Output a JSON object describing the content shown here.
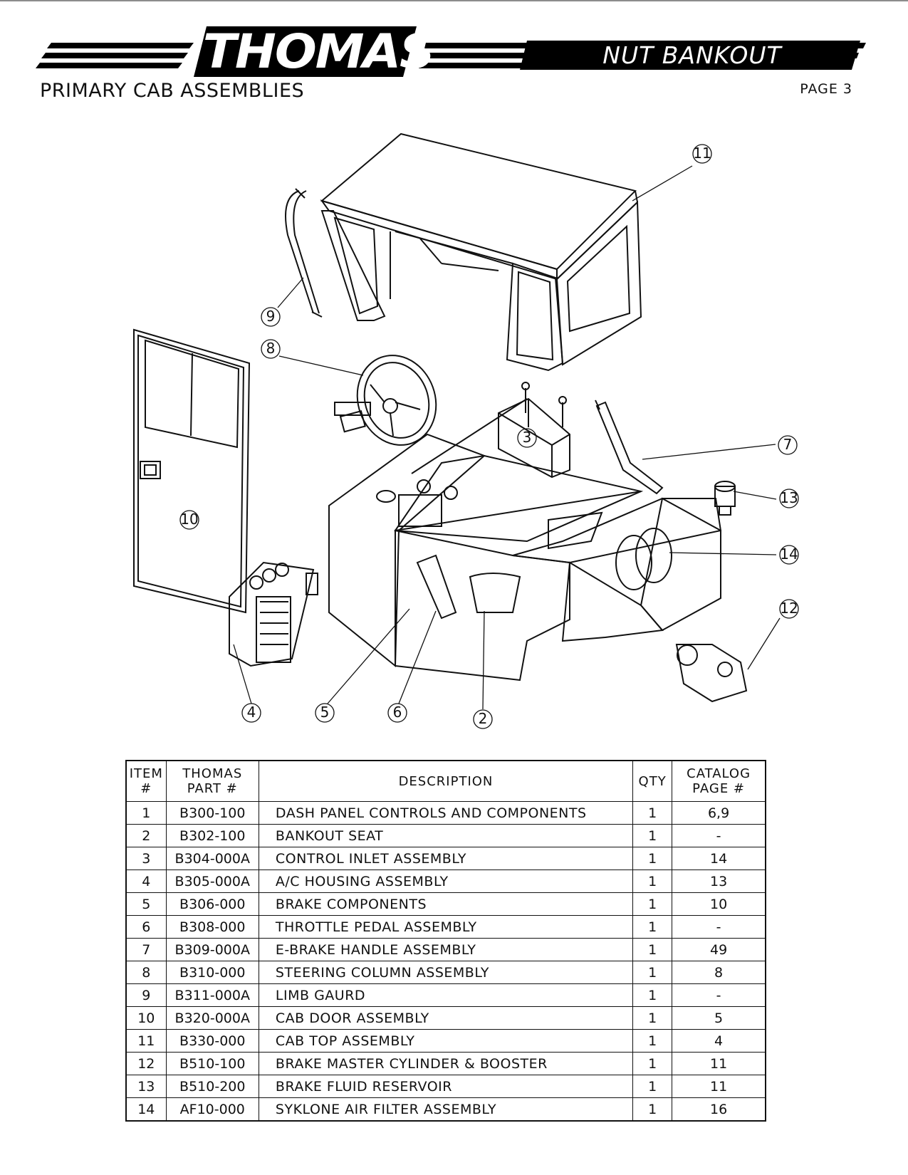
{
  "header": {
    "brand": "THOMAS",
    "model": "NUT BANKOUT",
    "section_title": "PRIMARY CAB ASSEMBLIES",
    "page": "PAGE 3"
  },
  "diagram": {
    "callouts": [
      "2",
      "3",
      "4",
      "5",
      "6",
      "7",
      "8",
      "9",
      "10",
      "11",
      "12",
      "13",
      "14"
    ]
  },
  "table": {
    "headers": {
      "item": [
        "ITEM",
        "#"
      ],
      "part": [
        "THOMAS",
        "PART #"
      ],
      "description": "DESCRIPTION",
      "qty": "QTY",
      "catalog": [
        "CATALOG",
        "PAGE #"
      ]
    },
    "rows": [
      {
        "item": "1",
        "part": "B300-100",
        "description": "DASH PANEL CONTROLS AND COMPONENTS",
        "qty": "1",
        "page": "6,9"
      },
      {
        "item": "2",
        "part": "B302-100",
        "description": "BANKOUT SEAT",
        "qty": "1",
        "page": "-"
      },
      {
        "item": "3",
        "part": "B304-000A",
        "description": "CONTROL INLET ASSEMBLY",
        "qty": "1",
        "page": "14"
      },
      {
        "item": "4",
        "part": "B305-000A",
        "description": "A/C HOUSING ASSEMBLY",
        "qty": "1",
        "page": "13"
      },
      {
        "item": "5",
        "part": "B306-000",
        "description": "BRAKE COMPONENTS",
        "qty": "1",
        "page": "10"
      },
      {
        "item": "6",
        "part": "B308-000",
        "description": "THROTTLE PEDAL ASSEMBLY",
        "qty": "1",
        "page": "-"
      },
      {
        "item": "7",
        "part": "B309-000A",
        "description": "E-BRAKE HANDLE ASSEMBLY",
        "qty": "1",
        "page": "49"
      },
      {
        "item": "8",
        "part": "B310-000",
        "description": "STEERING COLUMN ASSEMBLY",
        "qty": "1",
        "page": "8"
      },
      {
        "item": "9",
        "part": "B311-000A",
        "description": "LIMB GAURD",
        "qty": "1",
        "page": "-"
      },
      {
        "item": "10",
        "part": "B320-000A",
        "description": "CAB DOOR ASSEMBLY",
        "qty": "1",
        "page": "5"
      },
      {
        "item": "11",
        "part": "B330-000",
        "description": "CAB TOP ASSEMBLY",
        "qty": "1",
        "page": "4"
      },
      {
        "item": "12",
        "part": "B510-100",
        "description": "BRAKE MASTER CYLINDER & BOOSTER",
        "qty": "1",
        "page": "11"
      },
      {
        "item": "13",
        "part": "B510-200",
        "description": "BRAKE FLUID RESERVOIR",
        "qty": "1",
        "page": "11"
      },
      {
        "item": "14",
        "part": "AF10-000",
        "description": "SYKLONE AIR FILTER ASSEMBLY",
        "qty": "1",
        "page": "16"
      }
    ]
  }
}
